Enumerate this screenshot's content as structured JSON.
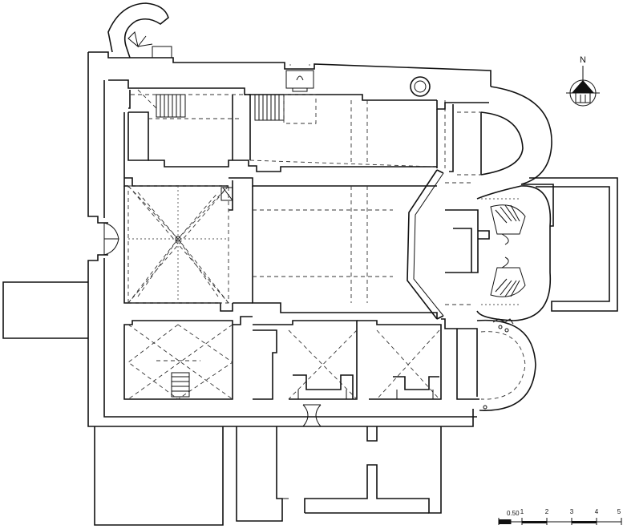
{
  "north": {
    "label": "N"
  },
  "scale": {
    "labels": [
      "0.50",
      "1",
      "2",
      "3",
      "4",
      "5"
    ]
  }
}
